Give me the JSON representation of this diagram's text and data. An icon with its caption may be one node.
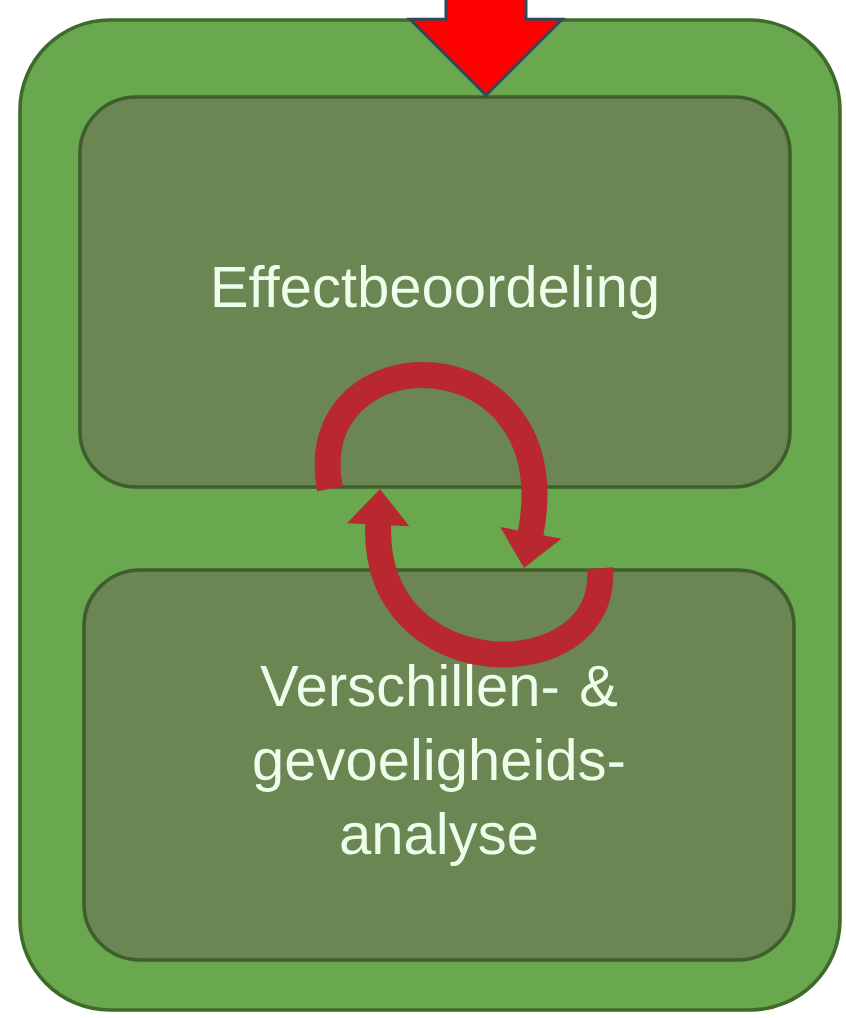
{
  "diagram": {
    "nodes": [
      {
        "text": [],
        "shape": "box"
      },
      {
        "text": [
          "Effectbeoordeling"
        ],
        "in": 0
      },
      {
        "text": [
          "Verschillen- & gevoeligheids- analyse"
        ],
        "in": 0
      }
    ],
    "edges": [
      {
        "from": null,
        "to": 1,
        "arrow": "to",
        "color": "#ff0000"
      },
      {
        "from": 1,
        "to": 2,
        "arrow": "to"
      },
      {
        "from": 2,
        "to": 1,
        "arrow": "to"
      }
    ]
  }
}
